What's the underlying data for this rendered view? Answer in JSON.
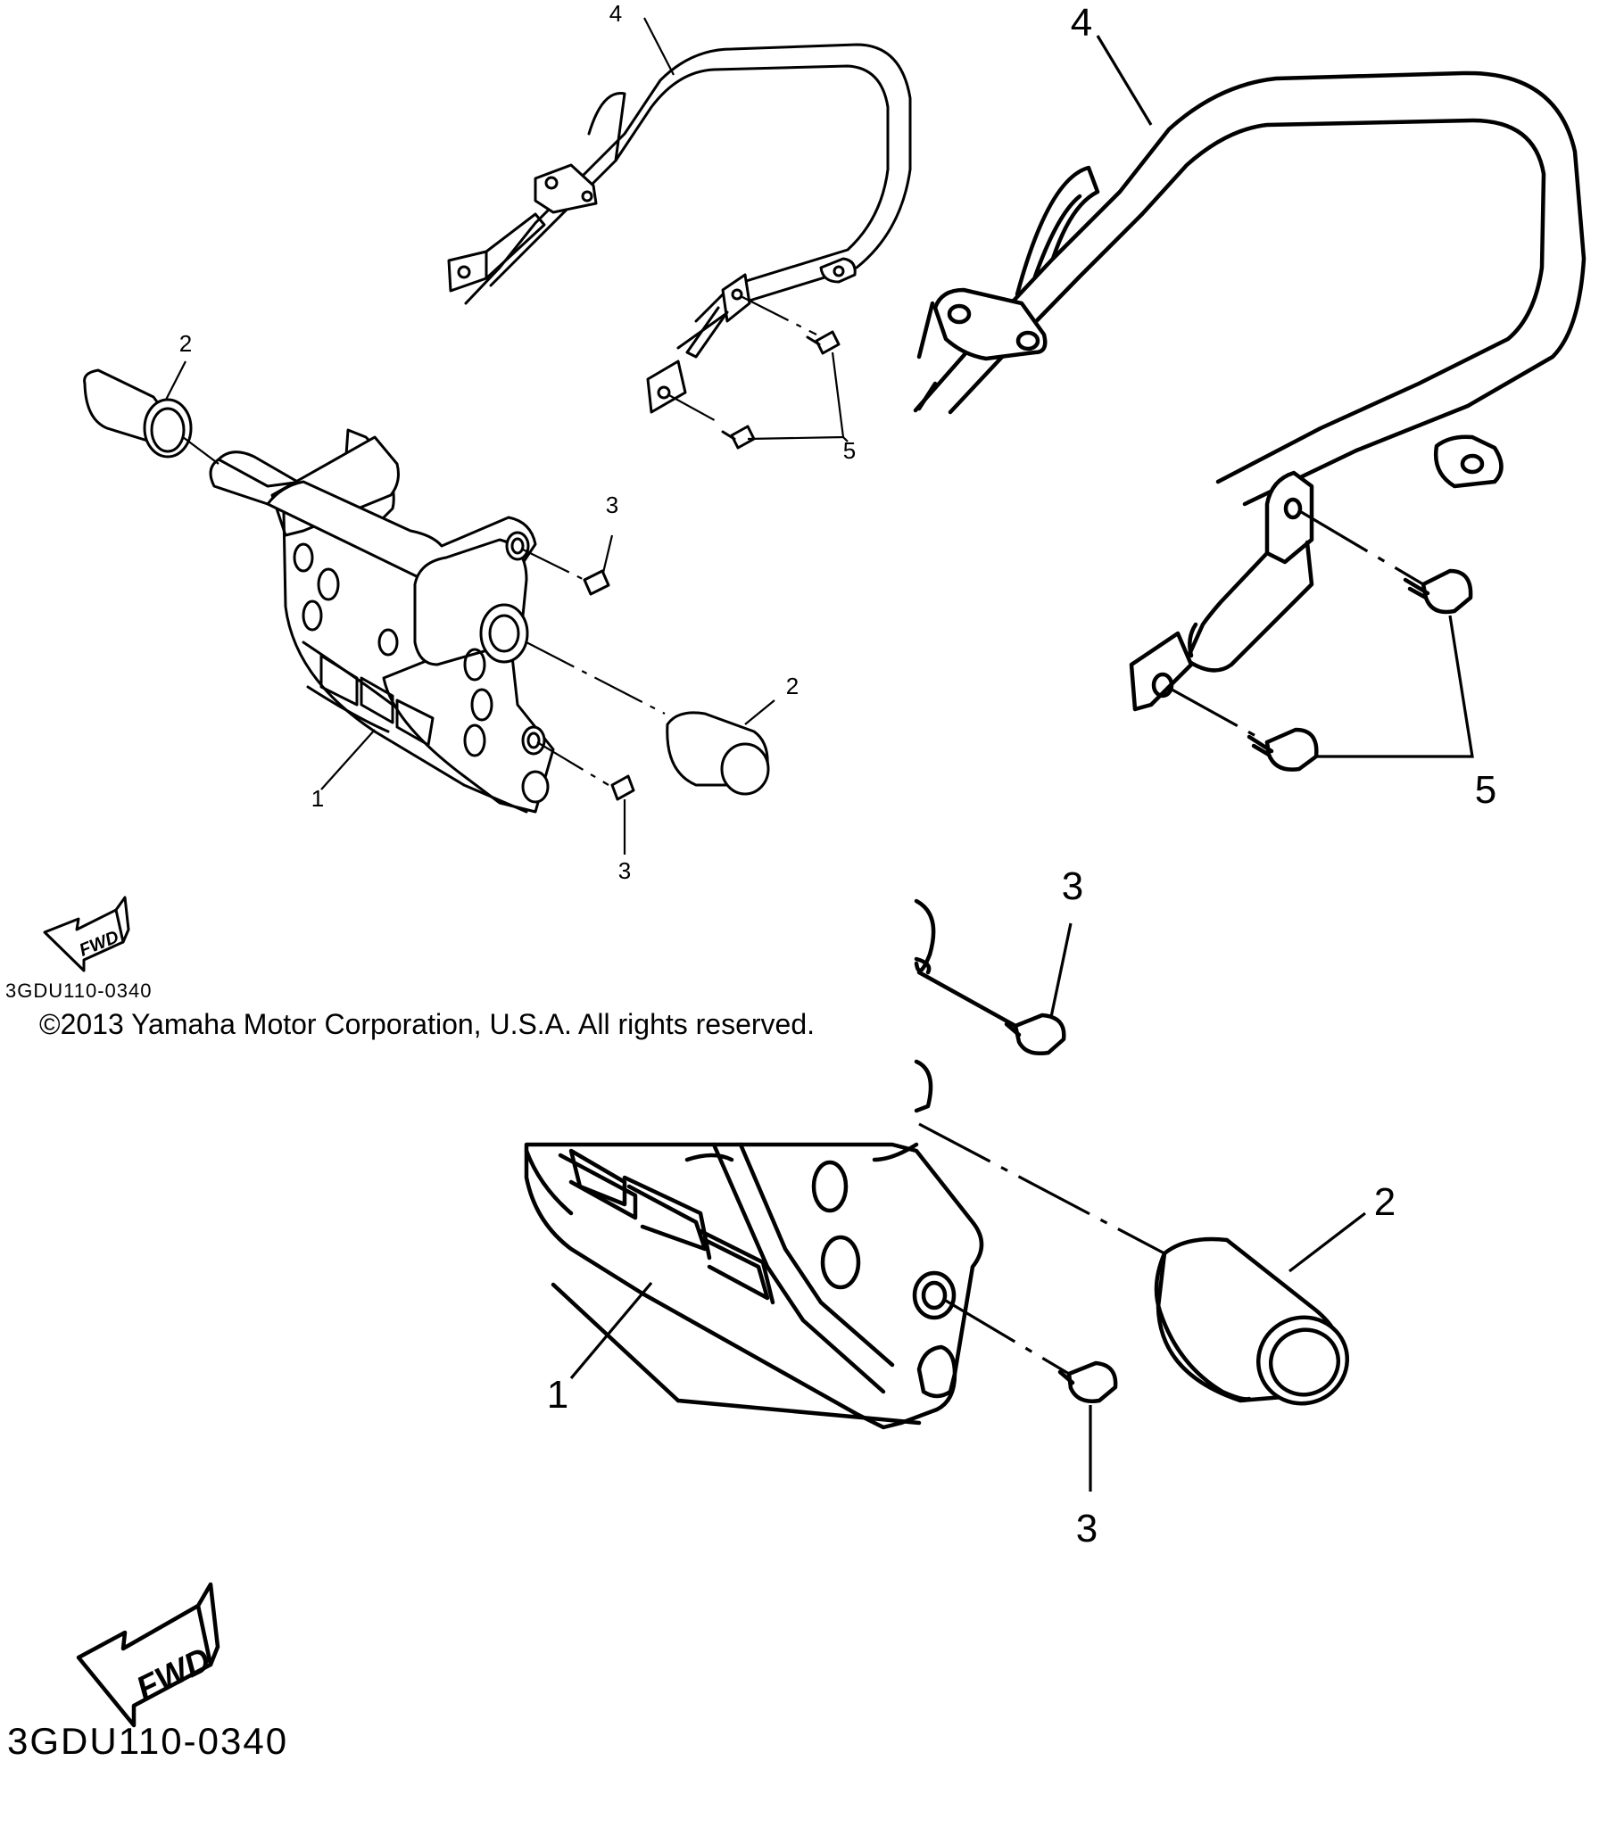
{
  "diagram": {
    "part_numbers": {
      "small": {
        "p1": "1",
        "p2a": "2",
        "p2b": "2",
        "p3a": "3",
        "p3b": "3",
        "p4": "4",
        "p5": "5"
      },
      "large": {
        "p1": "1",
        "p2": "2",
        "p3a": "3",
        "p3b": "3",
        "p4": "4",
        "p5": "5"
      }
    },
    "fwd_label": "FWD",
    "fwd_label_large": "FWD",
    "diagram_code_small": "3GDU110-0340",
    "diagram_code_large": "3GDU110-0340",
    "copyright": "©2013 Yamaha Motor Corporation, U.S.A. All rights reserved."
  }
}
